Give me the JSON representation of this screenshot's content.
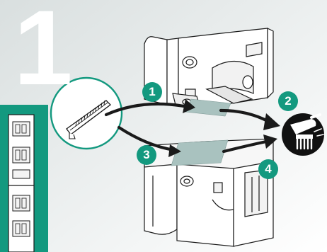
{
  "step_number": "1",
  "badges": {
    "b1": "1",
    "b2": "2",
    "b3": "3",
    "b4": "4"
  },
  "icons": {
    "cleaning": "brush-cleaning-icon",
    "filter": "filter-frame-icon"
  },
  "colors": {
    "teal": "#13997f",
    "gray_bg": "#e9ecec",
    "filter_pad": "#a9c2bf",
    "dark": "#1a1a1a"
  }
}
